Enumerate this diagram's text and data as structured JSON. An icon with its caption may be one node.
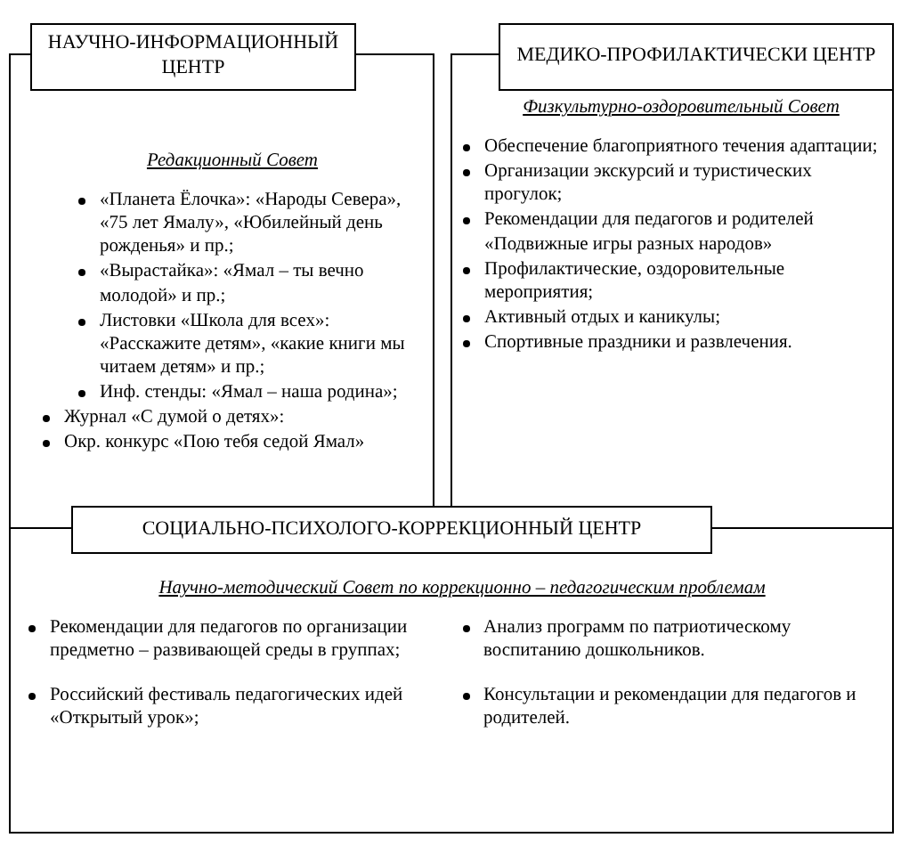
{
  "diagram": {
    "nodes": [
      {
        "text": [
          "НАУЧНО-ИНФОРМАЦИОННЫЙ ЦЕНТР"
        ]
      },
      {
        "text": [
          "Редакционный Совет",
          "«Планета Ёлочка»: «Народы Севера», «75 лет Ямалу», «Юбилейный день рожденья» и пр.;",
          "«Вырастайка»: «Ямал – ты вечно молодой» и пр.;",
          "Листовки «Школа для всех»: «Расскажите детям», «какие книги мы читаем детям» и пр.;",
          "Инф. стенды: «Ямал – наша родина»;",
          "Журнал «С думой о детях»:",
          "Окр. конкурс «Пою тебя седой Ямал»"
        ]
      },
      {
        "text": [
          "МЕДИКО-ПРОФИЛАКТИЧЕСКИ ЦЕНТР"
        ]
      },
      {
        "text": [
          "Физкультурно-оздоровительный Совет",
          "Обеспечение благоприятного течения адаптации;",
          "Организации экскурсий и туристических прогулок;",
          "Рекомендации для педагогов и родителей «Подвижные игры разных народов»",
          "Профилактические, оздоровительные мероприятия;",
          "Активный отдых и каникулы;",
          "Спортивные праздники и развлечения."
        ]
      },
      {
        "text": [
          "СОЦИАЛЬНО-ПСИХОЛОГО-КОРРЕКЦИОННЫЙ ЦЕНТР"
        ]
      },
      {
        "text": [
          "Научно-методический Совет по коррекционно – педагогическим проблемам",
          "Рекомендации для педагогов по организации предметно – развивающей среды в группах;",
          "Российский фестиваль педагогических идей «Открытый урок»;",
          "Анализ программ по патриотическому воспитанию дошкольников.",
          "Консультации и рекомендации для педагогов и родителей."
        ]
      }
    ]
  }
}
